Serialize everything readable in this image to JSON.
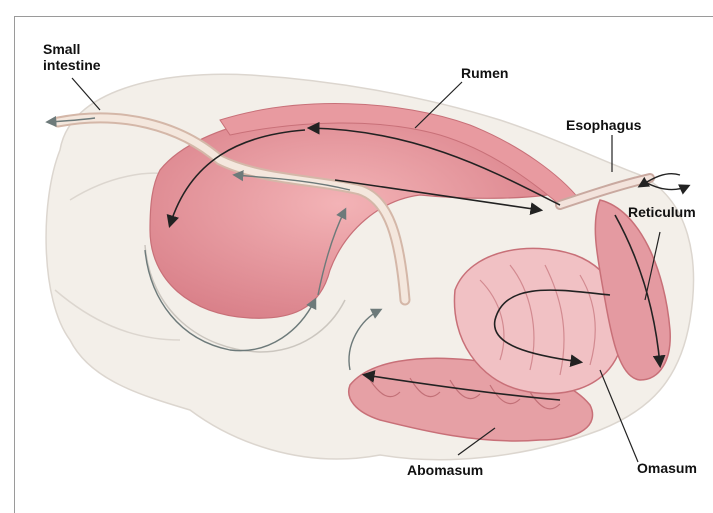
{
  "diagram": {
    "labels": {
      "small_intestine_line1": "Small",
      "small_intestine_line2": "intestine",
      "rumen": "Rumen",
      "esophagus": "Esophagus",
      "reticulum": "Reticulum",
      "abomasum": "Abomasum",
      "omasum": "Omasum"
    },
    "colors": {
      "tissue_pink": "#e8a2a6",
      "tissue_light": "#f6d6d6",
      "outer_body": "#f3efe9",
      "arrow": "#222222",
      "arrow_grey": "#6d7a7a"
    }
  }
}
